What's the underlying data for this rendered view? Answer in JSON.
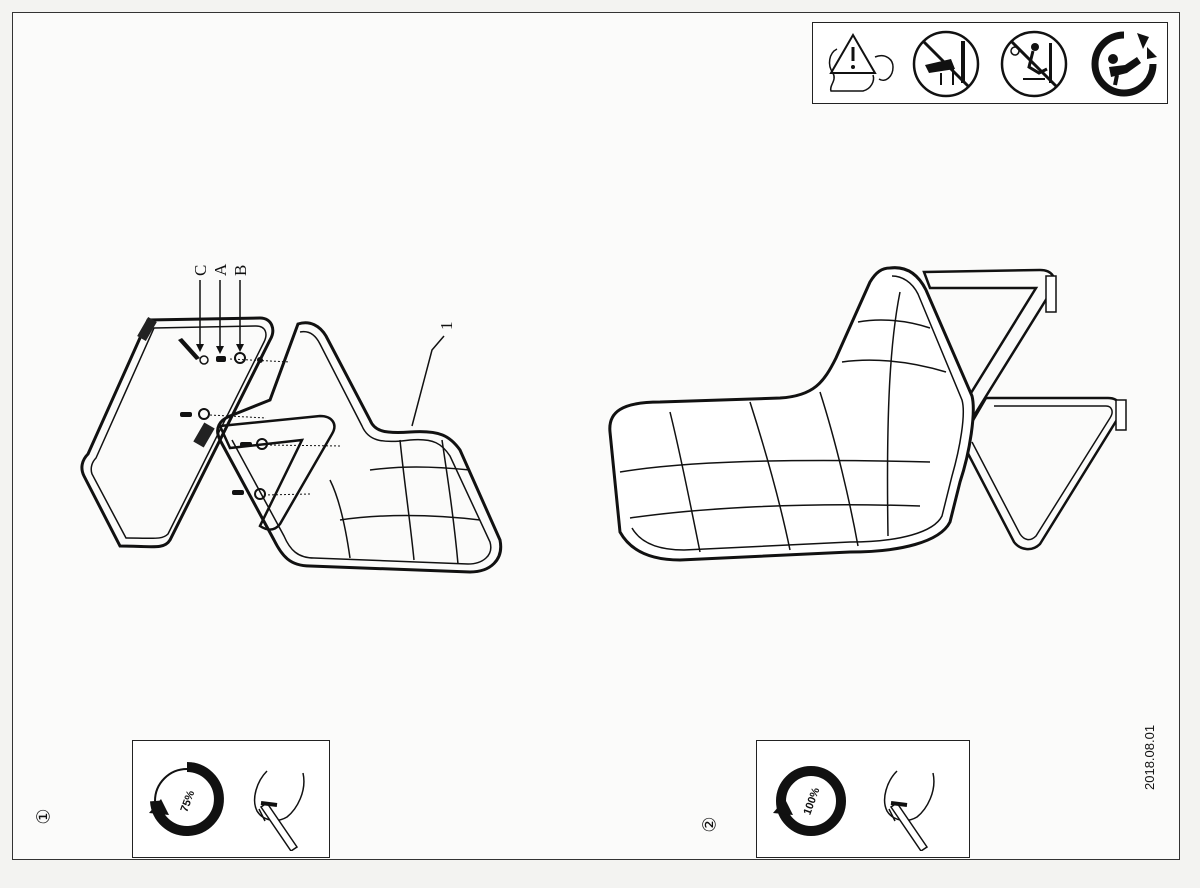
{
  "document": {
    "date": "2018.08.01",
    "steps": [
      {
        "number": "①",
        "tool_percent": "75%"
      },
      {
        "number": "②",
        "tool_percent": "100%"
      }
    ],
    "part_labels": {
      "c": "C",
      "a": "A",
      "b": "B",
      "one": "1"
    },
    "warning_icons": [
      "child-warning-icon",
      "no-lean-on-wall-icon",
      "no-stand-on-chair-icon",
      "recycle-person-icon"
    ]
  }
}
